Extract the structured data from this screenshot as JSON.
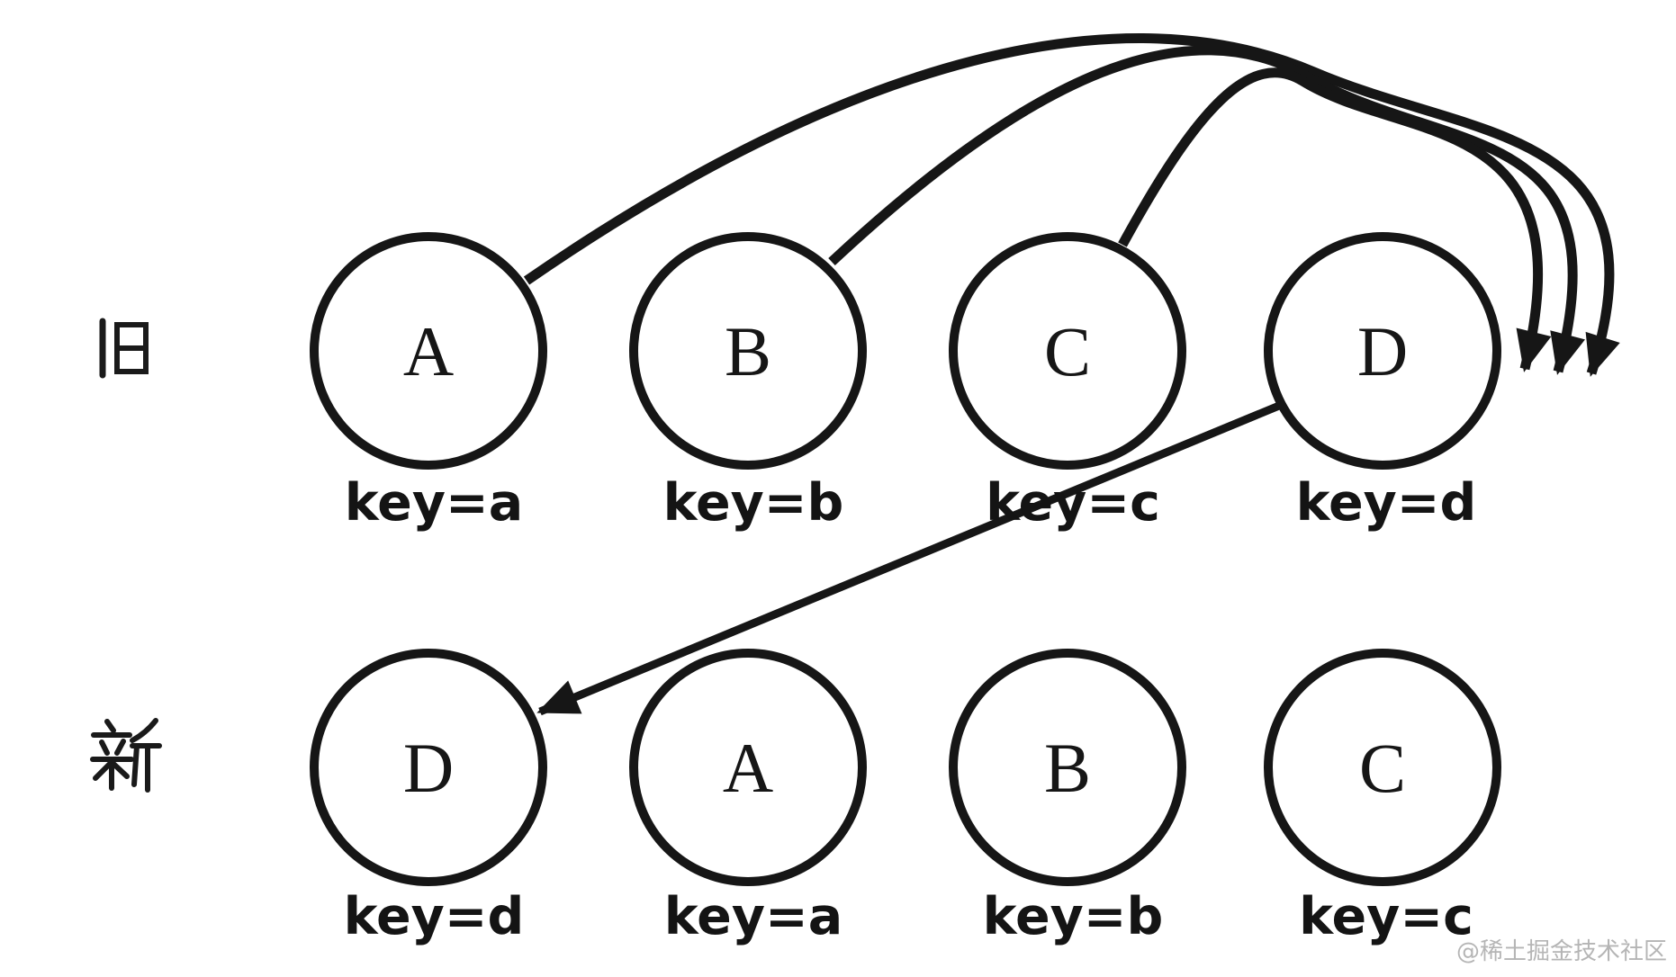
{
  "diagram": {
    "title_hint": "keyed list diff: old row vs new row",
    "rows": [
      {
        "side_label": "旧",
        "nodes": [
          {
            "letter": "A",
            "key": "key=a"
          },
          {
            "letter": "B",
            "key": "key=b"
          },
          {
            "letter": "C",
            "key": "key=c"
          },
          {
            "letter": "D",
            "key": "key=d"
          }
        ]
      },
      {
        "side_label": "新",
        "nodes": [
          {
            "letter": "D",
            "key": "key=d"
          },
          {
            "letter": "A",
            "key": "key=a"
          },
          {
            "letter": "B",
            "key": "key=b"
          },
          {
            "letter": "C",
            "key": "key=c"
          }
        ]
      }
    ],
    "arrows": [
      {
        "from": "old-A",
        "to": "right-of-old-D",
        "style": "curved"
      },
      {
        "from": "old-B",
        "to": "right-of-old-D",
        "style": "curved"
      },
      {
        "from": "old-C",
        "to": "right-of-old-D",
        "style": "curved"
      },
      {
        "from": "old-D",
        "to": "new-D",
        "style": "straight"
      }
    ],
    "colors": {
      "stroke": "#161616",
      "background": "#ffffff",
      "watermark": "#b5b5b5"
    },
    "watermark": "@稀土掘金技术社区"
  }
}
